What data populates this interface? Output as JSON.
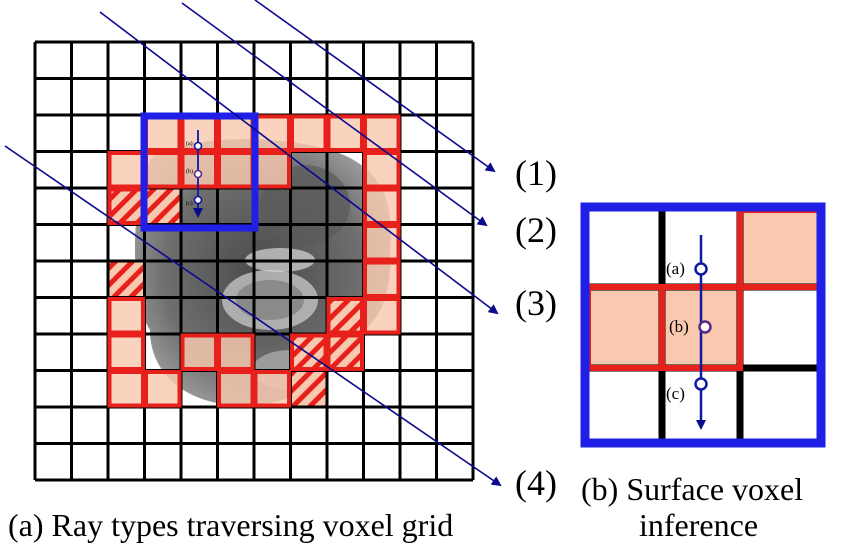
{
  "panel_a": {
    "caption": "(a) Ray types traversing voxel grid",
    "ray_labels": [
      "(1)",
      "(2)",
      "(3)",
      "(4)"
    ],
    "point_labels": [
      "(a)",
      "(b)",
      "(c)"
    ]
  },
  "panel_b": {
    "caption_line1": "(b) Surface voxel",
    "caption_line2": "inference",
    "point_labels": [
      "(a)",
      "(b)",
      "(c)"
    ]
  },
  "colors": {
    "grid": "#000000",
    "surface_voxel": "#e8201c",
    "voxel_fill": "#f8c9ae",
    "zoom_box": "#1f1fe6",
    "ray": "#0a0a8c",
    "sample_point": "#0d1a9e",
    "object": "#7d7d7d"
  }
}
